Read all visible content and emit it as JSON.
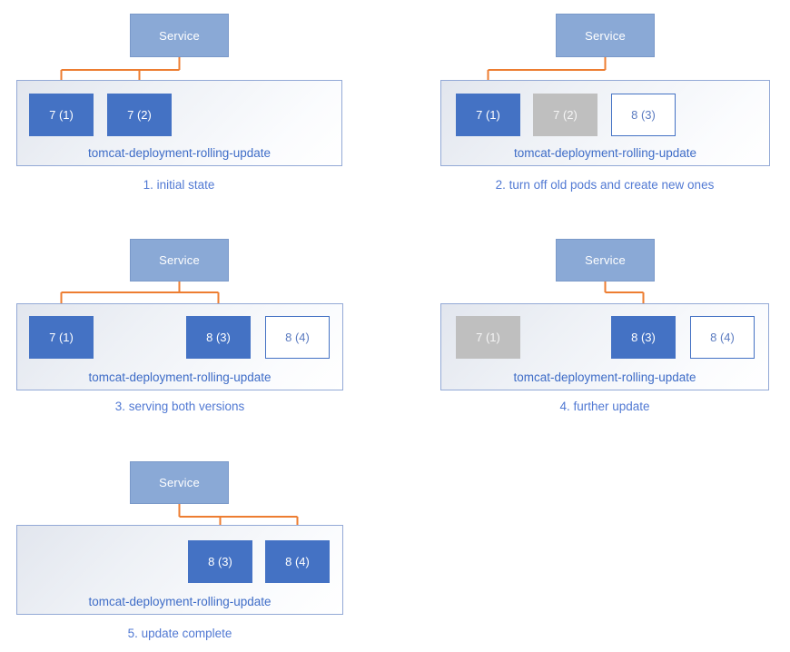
{
  "diagram": {
    "service_label": "Service",
    "deployment_label": "tomcat-deployment-rolling-update",
    "colors": {
      "pod_active": "#4472C4",
      "pod_off": "#BFBFBF",
      "pod_new_border": "#4472C4",
      "pod_new_text": "#5B7BC0",
      "service_fill": "#8AA9D6",
      "service_border": "#7A99C9",
      "container_border": "#93A9D6",
      "label_text": "#3E6CC7",
      "caption_text": "#5179D3",
      "arrow": "#ED7D31"
    },
    "panels": [
      {
        "caption": "1. initial state",
        "pods": [
          {
            "label": "7 (1)",
            "state": "active"
          },
          {
            "label": "7 (2)",
            "state": "active"
          }
        ],
        "routes": [
          0,
          1
        ]
      },
      {
        "caption": "2. turn off old pods and create new ones",
        "pods": [
          {
            "label": "7 (1)",
            "state": "active"
          },
          {
            "label": "7 (2)",
            "state": "off"
          },
          {
            "label": "8 (3)",
            "state": "new"
          }
        ],
        "routes": [
          0
        ]
      },
      {
        "caption": "3. serving both versions",
        "pods": [
          {
            "label": "7 (1)",
            "state": "active"
          },
          {
            "label": "8 (3)",
            "state": "active"
          },
          {
            "label": "8 (4)",
            "state": "new"
          }
        ],
        "routes": [
          0,
          1
        ]
      },
      {
        "caption": "4. further update",
        "pods": [
          {
            "label": "7 (1)",
            "state": "off"
          },
          {
            "label": "8 (3)",
            "state": "active"
          },
          {
            "label": "8 (4)",
            "state": "new"
          }
        ],
        "routes": [
          1
        ]
      },
      {
        "caption": "5. update complete",
        "pods": [
          {
            "label": "8 (3)",
            "state": "active"
          },
          {
            "label": "8 (4)",
            "state": "active"
          }
        ],
        "routes": [
          0,
          1
        ]
      }
    ]
  }
}
